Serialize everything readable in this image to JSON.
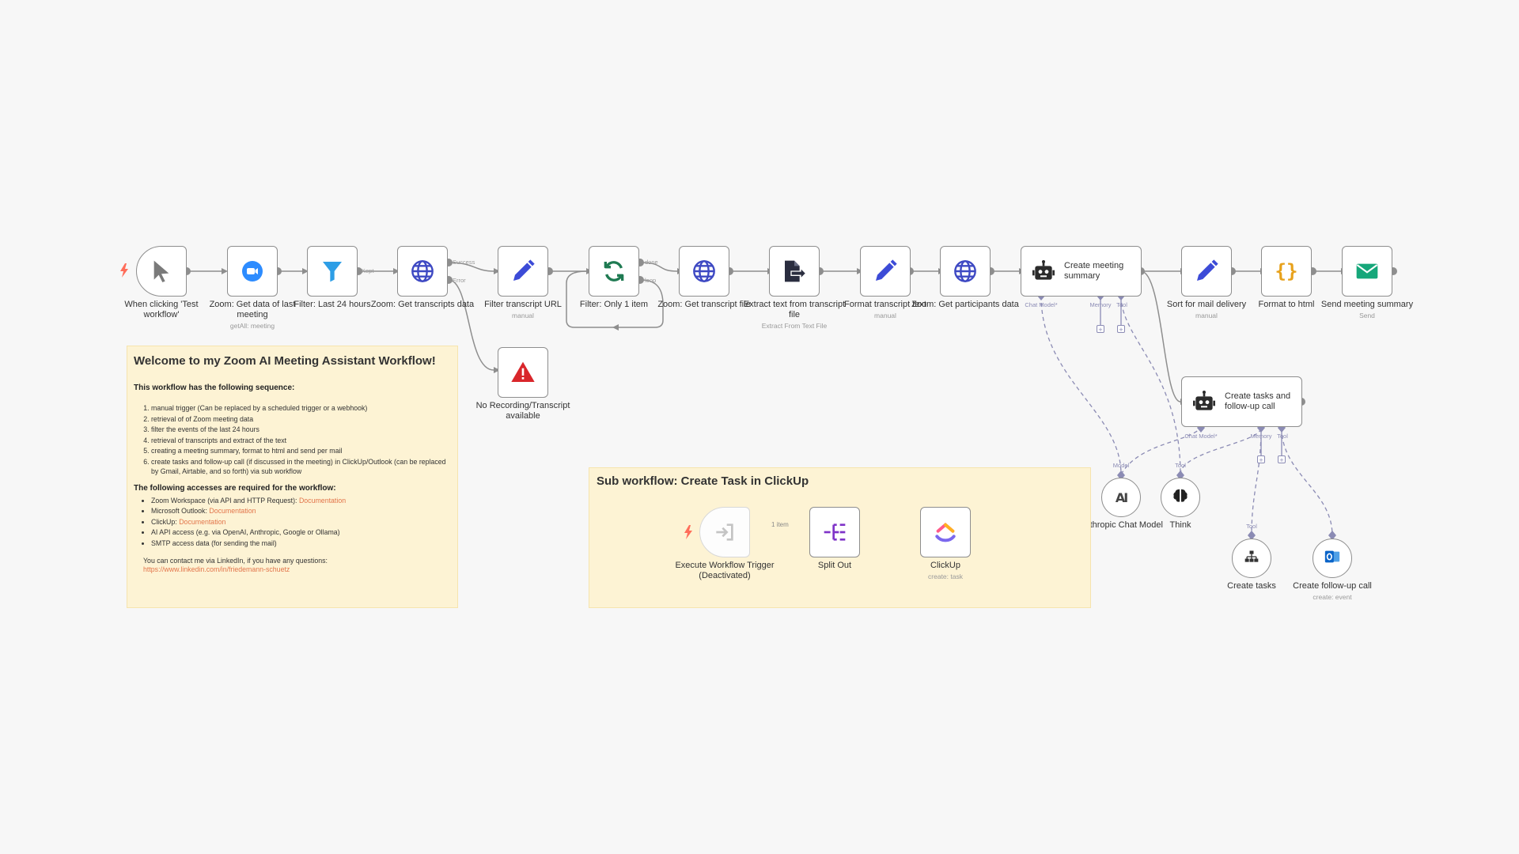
{
  "nodes": {
    "trigger": {
      "label": "When clicking 'Test workflow'"
    },
    "zoom_get": {
      "label": "Zoom: Get data of last meeting",
      "sub": "getAll: meeting"
    },
    "filter24": {
      "label": "Filter: Last 24 hours"
    },
    "zoom_transcripts": {
      "label": "Zoom: Get transcripts data"
    },
    "filter_url": {
      "label": "Filter transcript URL",
      "sub": "manual"
    },
    "no_recording": {
      "label": "No Recording/Transcript available"
    },
    "filter_one": {
      "label": "Filter: Only 1 item"
    },
    "zoom_transcript_file": {
      "label": "Zoom: Get transcript file"
    },
    "extract_text": {
      "label": "Extract text from transcript file",
      "sub": "Extract From Text File"
    },
    "format_transcript": {
      "label": "Format transcript text",
      "sub": "manual"
    },
    "zoom_participants": {
      "label": "Zoom: Get participants data"
    },
    "create_summary": {
      "label": "Create meeting summary"
    },
    "sort_mail": {
      "label": "Sort for mail delivery",
      "sub": "manual"
    },
    "format_html": {
      "label": "Format to html"
    },
    "send_summary": {
      "label": "Send meeting summary",
      "sub": "Send"
    },
    "create_tasks_call": {
      "label": "Create tasks and follow-up call"
    },
    "anthropic": {
      "label": "Anthropic Chat Model"
    },
    "think": {
      "label": "Think"
    },
    "create_tasks": {
      "label": "Create tasks"
    },
    "create_followup": {
      "label": "Create follow-up call",
      "sub": "create: event"
    },
    "exec_trigger": {
      "label": "Execute Workflow Trigger (Deactivated)"
    },
    "split_out": {
      "label": "Split Out"
    },
    "clickup": {
      "label": "ClickUp",
      "sub": "create: task"
    }
  },
  "wire_labels": {
    "kept": "Kept",
    "success": "Success",
    "error": "Error",
    "done": "done",
    "loop": "loop",
    "one_item": "1 item"
  },
  "handles": {
    "chat_model": "Chat Model*",
    "memory": "Memory",
    "tool": "Tool",
    "model": "Model"
  },
  "note_main": {
    "title": "Welcome to my Zoom AI Meeting Assistant Workflow!",
    "seq_heading": "This workflow has the following sequence:",
    "steps": [
      "manual trigger (Can be replaced by a scheduled trigger or a webhook)",
      "retrieval of of Zoom meeting data",
      "filter the events of the last 24 hours",
      "retrieval of transcripts and extract of the text",
      "creating a meeting summary, format to html and send per mail",
      "create tasks and follow-up call (if discussed in the meeting) in ClickUp/Outlook (can be replaced by Gmail, Airtable, and so forth) via sub workflow"
    ],
    "access_heading": "The following accesses are required for the workflow:",
    "accesses": [
      {
        "text": "Zoom Workspace (via API and HTTP Request): ",
        "link": "Documentation"
      },
      {
        "text": "Microsoft Outlook: ",
        "link": "Documentation"
      },
      {
        "text": "ClickUp: ",
        "link": "Documentation"
      },
      {
        "text": "AI API access (e.g. via OpenAI, Anthropic, Google or Ollama)",
        "link": ""
      },
      {
        "text": "SMTP access data (for sending the mail)",
        "link": ""
      }
    ],
    "contact": "You can contact me via LinkedIn, if you have any questions:",
    "contact_link": "https://www.linkedin.com/in/friedemann-schuetz"
  },
  "note_sub": {
    "title": "Sub workflow: Create Task in ClickUp"
  },
  "colors": {
    "wire": "#8e8e8e",
    "ai_wire": "#8b8bb4",
    "zoom": "#2d8cff",
    "filter": "#2d9ee6",
    "http": "#3e49c3",
    "edit": "#3c4bd7",
    "loop": "#1f7a52",
    "error": "#d9262b",
    "code": "#e7a11b",
    "mail": "#16a77a",
    "split": "#7f33c8",
    "trigger_bolt": "#ff6d5a"
  }
}
